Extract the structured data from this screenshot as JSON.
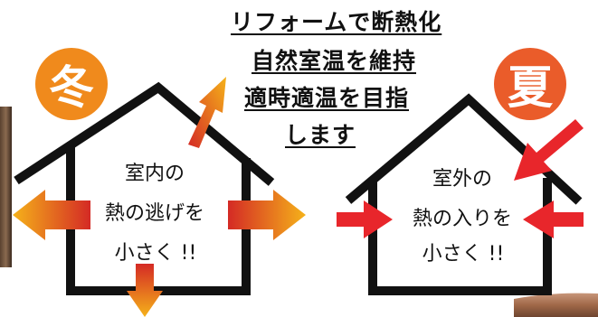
{
  "title": {
    "lines": [
      "リフォームで断熱化",
      "自然室温を維持",
      "適時適温を目指",
      "します"
    ]
  },
  "winter": {
    "badge": "冬",
    "lines": [
      "室内の",
      "熱の逃げを",
      "小さく !!"
    ]
  },
  "summer": {
    "badge": "夏",
    "lines": [
      "室外の",
      "熱の入りを",
      "小さく !!"
    ]
  },
  "colors": {
    "winter_badge": "#f08a1c",
    "summer_badge": "#ea5c2a",
    "heat_arrow_base": "#d42a25",
    "heat_arrow_tip": "#f5b21a",
    "inflow_arrow": "#e8262b",
    "house_outline": "#111111"
  }
}
